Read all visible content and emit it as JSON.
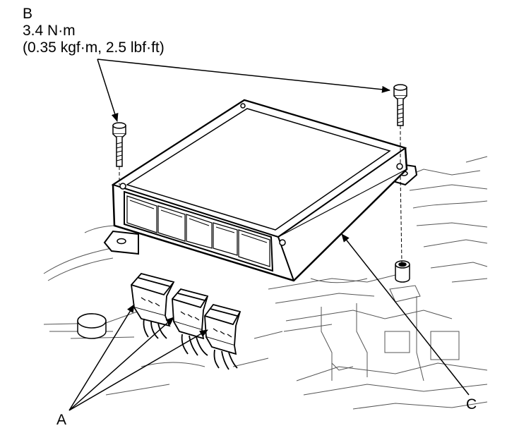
{
  "callouts": {
    "a": "A",
    "b": "B",
    "c": "C"
  },
  "torque_spec": {
    "metric": "3.4 N·m",
    "alternate": "(0.35 kgf·m, 2.5 lbf·ft)"
  },
  "colors": {
    "line": "#000000",
    "ghost": "#555555",
    "background": "#ffffff"
  }
}
